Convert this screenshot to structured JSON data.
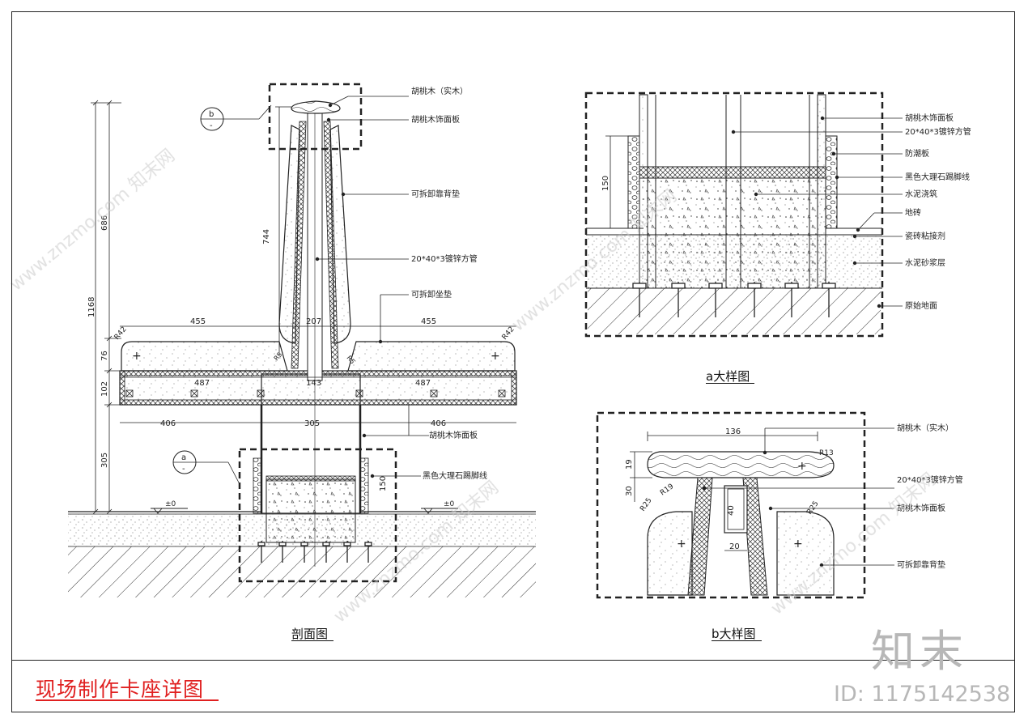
{
  "sheet": {
    "title": "现场制作卡座详图",
    "watermark_logo": "知末",
    "watermark_id": "ID: 1175142538",
    "watermark_text": "www.znzmo.com 知末网"
  },
  "section_view": {
    "caption": "剖面图",
    "callouts": [
      "胡桃木（实木）",
      "胡桃木饰面板",
      "可拆卸靠背垫",
      "20*40*3镀锌方管",
      "可拆卸坐垫",
      "胡桃木饰面板",
      "黑色大理石踢脚线"
    ],
    "dims_vertical_left": [
      "1168",
      "686",
      "76",
      "102",
      "305"
    ],
    "dim_744": "744",
    "dim_150": "150",
    "dims_seat_top": [
      "455",
      "207",
      "455"
    ],
    "dims_seat_frame": [
      "487",
      "143",
      "487"
    ],
    "dims_base": [
      "406",
      "305",
      "406"
    ],
    "radius_labels": [
      "R42",
      "R42",
      "R5",
      "R5"
    ],
    "level_marks": [
      "±0",
      "±0"
    ],
    "detail_tags": [
      {
        "letter": "b",
        "sub": "-"
      },
      {
        "letter": "a",
        "sub": "-"
      }
    ]
  },
  "detail_a": {
    "caption": "a大样图",
    "callouts": [
      "胡桃木饰面板",
      "20*40*3镀锌方管",
      "防潮板",
      "黑色大理石踢脚线",
      "水泥浇筑",
      "地砖",
      "瓷砖粘接剂",
      "水泥砂浆层",
      "原始地面"
    ],
    "dim_150": "150"
  },
  "detail_b": {
    "caption": "b大样图",
    "callouts": [
      "胡桃木（实木）",
      "20*40*3镀锌方管",
      "胡桃木饰面板",
      "可拆卸靠背垫"
    ],
    "dim_136": "136",
    "dims_vertical": [
      "19",
      "30"
    ],
    "dim_40": "40",
    "dim_20": "20",
    "radius_labels": [
      "R13",
      "R19",
      "R25",
      "R25"
    ]
  }
}
